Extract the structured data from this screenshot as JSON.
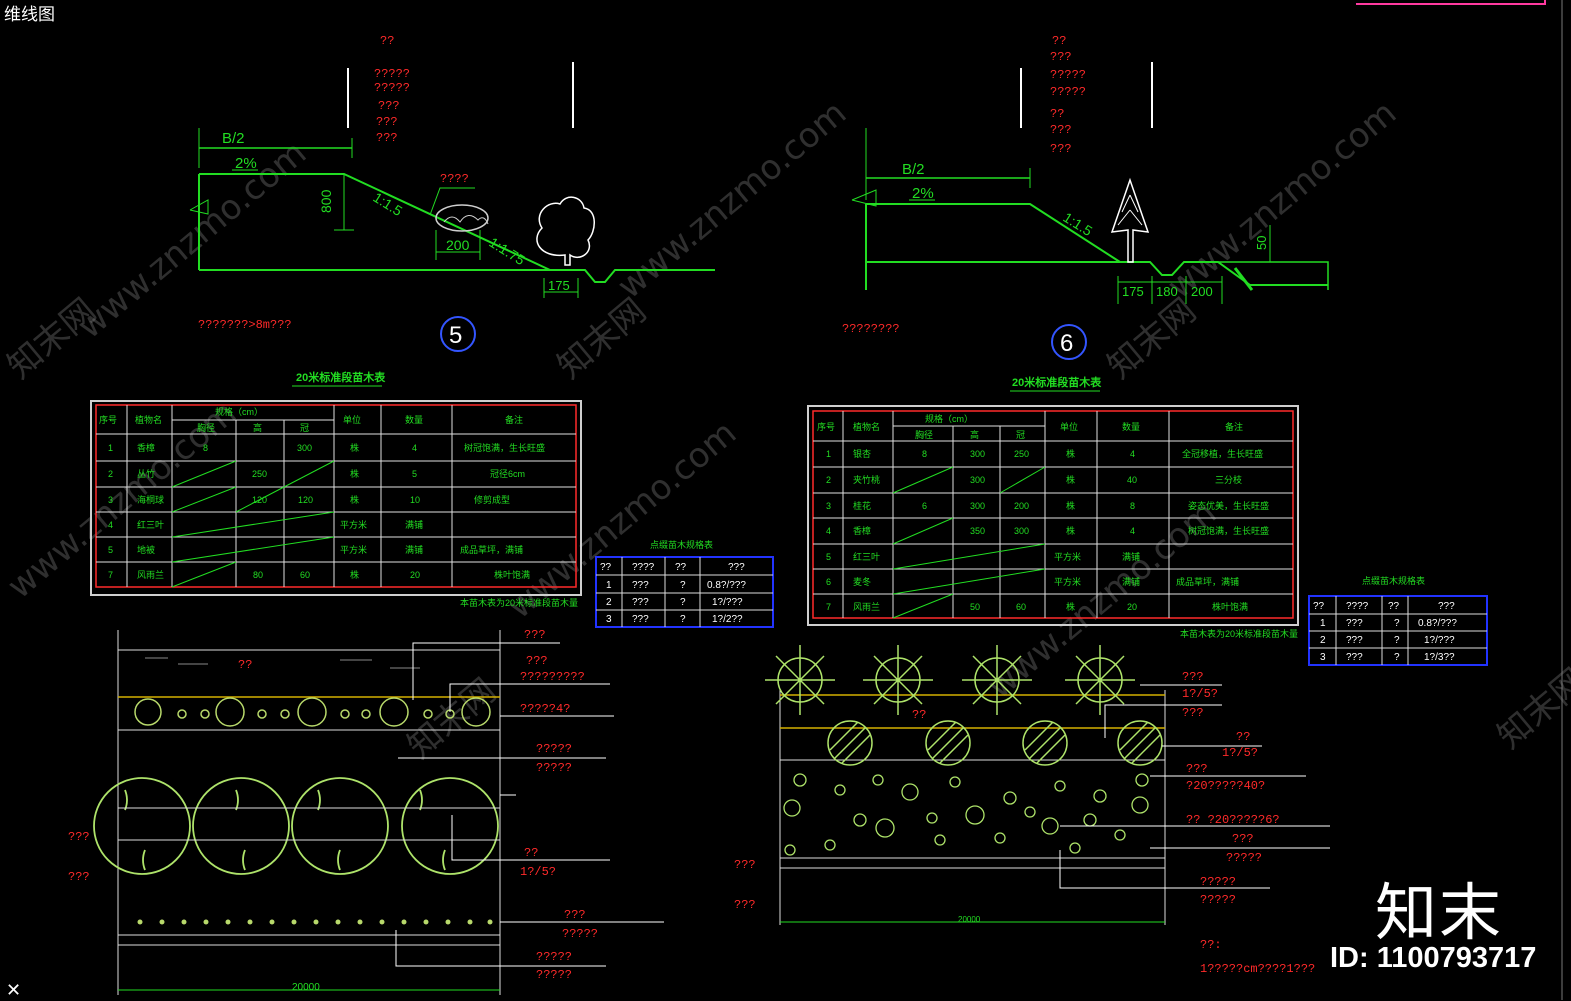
{
  "viewport_label": "维线图",
  "watermark": {
    "logo": "知末",
    "id_text": "ID: 1100793717",
    "url": "www.znzmo.com",
    "site": "知末网"
  },
  "section5": {
    "circle_label": "5",
    "b2": "B/2",
    "slope_top": "2%",
    "h800": "800",
    "slope1": "1:1.5",
    "slope2": "1:1.75",
    "dim200": "200",
    "dim175": "175",
    "notes_top": [
      "??",
      "?????",
      "?????",
      "???",
      "???",
      "???"
    ],
    "shrub_note": "????",
    "caption": "???????>8m???"
  },
  "section6": {
    "circle_label": "6",
    "b2": "B/2",
    "slope_top": "2%",
    "slope1": "1:1.5",
    "h50": "50",
    "dims": [
      "175",
      "180",
      "200"
    ],
    "notes_top": [
      "??",
      "???",
      "?????",
      "?????",
      "??",
      "???",
      "???"
    ],
    "caption": "????????"
  },
  "table5": {
    "title": "20米标准段苗木表",
    "headers": [
      "序号",
      "植物名",
      "规格（cm）",
      "单位",
      "数量",
      "备注"
    ],
    "spec_sub": [
      "胸径",
      "高",
      "冠"
    ],
    "rows": [
      [
        "1",
        "香樟",
        "8",
        "",
        "300",
        "株",
        "4",
        "树冠饱满，生长旺盛"
      ],
      [
        "2",
        "丛竹",
        "",
        "250",
        "",
        "株",
        "5",
        "冠径6cm"
      ],
      [
        "3",
        "海桐球",
        "",
        "120",
        "120",
        "株",
        "10",
        "修剪成型"
      ],
      [
        "4",
        "红三叶",
        "",
        "",
        "",
        "平方米",
        "满铺",
        ""
      ],
      [
        "5",
        "地被",
        "",
        "",
        "",
        "平方米",
        "满铺",
        "成品草坪，满铺"
      ],
      [
        "7",
        "风雨兰",
        "",
        "80",
        "60",
        "株",
        "20",
        "株叶饱满"
      ]
    ],
    "footnote": "本苗木表为20米标准段苗木量"
  },
  "table6": {
    "title": "20米标准段苗木表",
    "headers": [
      "序号",
      "植物名",
      "规格（cm）",
      "单位",
      "数量",
      "备注"
    ],
    "spec_sub": [
      "胸径",
      "高",
      "冠"
    ],
    "rows": [
      [
        "1",
        "银杏",
        "8",
        "300",
        "250",
        "株",
        "4",
        "全冠移植，生长旺盛"
      ],
      [
        "2",
        "夹竹桃",
        "",
        "300",
        "",
        "株",
        "40",
        "三分枝"
      ],
      [
        "3",
        "桂花",
        "6",
        "300",
        "200",
        "株",
        "8",
        "姿态优美，生长旺盛"
      ],
      [
        "4",
        "香樟",
        "",
        "350",
        "300",
        "株",
        "4",
        "树冠饱满，生长旺盛"
      ],
      [
        "5",
        "红三叶",
        "",
        "",
        "",
        "平方米",
        "满铺",
        ""
      ],
      [
        "6",
        "麦冬",
        "",
        "",
        "",
        "平方米",
        "满铺",
        "成品草坪，满铺"
      ],
      [
        "7",
        "风雨兰",
        "",
        "50",
        "60",
        "株",
        "20",
        "株叶饱满"
      ]
    ],
    "footnote": "本苗木表为20米标准段苗木量"
  },
  "small5": {
    "title": "点缀苗木规格表",
    "rows": [
      [
        "??",
        "????",
        "??",
        "???"
      ],
      [
        "1",
        "???",
        "?",
        "0.8?/???"
      ],
      [
        "2",
        "???",
        "?",
        "1?/???"
      ],
      [
        "3",
        "???",
        "?",
        "1?/2??"
      ]
    ]
  },
  "small6": {
    "title": "点缀苗木规格表",
    "rows": [
      [
        "??",
        "????",
        "??",
        "???"
      ],
      [
        "1",
        "???",
        "?",
        "0.8?/???"
      ],
      [
        "2",
        "???",
        "?",
        "1?/???"
      ],
      [
        "3",
        "???",
        "?",
        "1?/3??"
      ]
    ]
  },
  "plan5": {
    "dim_bottom": "20000",
    "center_note": "??",
    "left_notes": [
      "???",
      "???"
    ],
    "right_notes": [
      "???",
      "???",
      "?????????",
      "?????4?",
      "?????",
      "?????",
      "??",
      "1?/5?",
      "???",
      "?????",
      "?????",
      "?????"
    ]
  },
  "plan6": {
    "dim_bottom": "20000",
    "top_note": "??",
    "left_notes": [
      "???",
      "???"
    ],
    "right_notes": [
      "???",
      "1?/5?",
      "???",
      "??",
      "1?/5?",
      "???",
      "?20?????40?",
      "??  ?20?????6?",
      "???",
      "?????",
      "?????",
      "?????",
      "??:",
      "1?????cm????1???"
    ]
  }
}
